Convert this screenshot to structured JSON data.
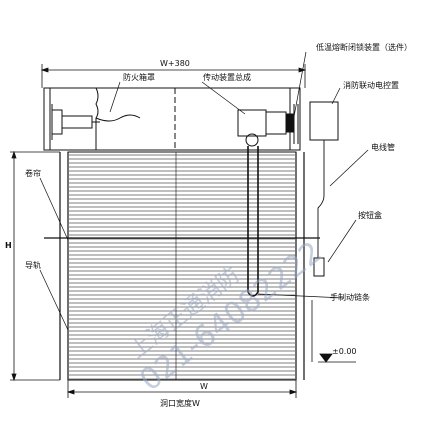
{
  "labels": {
    "top_dim": "W+380",
    "fire_box": "防火箱罩",
    "drive": "传动装置总成",
    "low_temp": "低温熔断闭锁装置（选件）",
    "fire_ctrl": "消防联动电控置",
    "conduit": "电线管",
    "curtain": "卷帘",
    "h_dim": "H",
    "rail": "导轨",
    "button_box": "按钮盒",
    "hand_chain": "手制动链条",
    "zero_level": "±0.00",
    "opening_w_small": "W",
    "opening_w": "洞口宽度W"
  },
  "watermark": {
    "line1": "021-64082222",
    "line2": "上海正通消防"
  },
  "colors": {
    "ink": "#111111",
    "watermark": "#9aa7c4"
  }
}
